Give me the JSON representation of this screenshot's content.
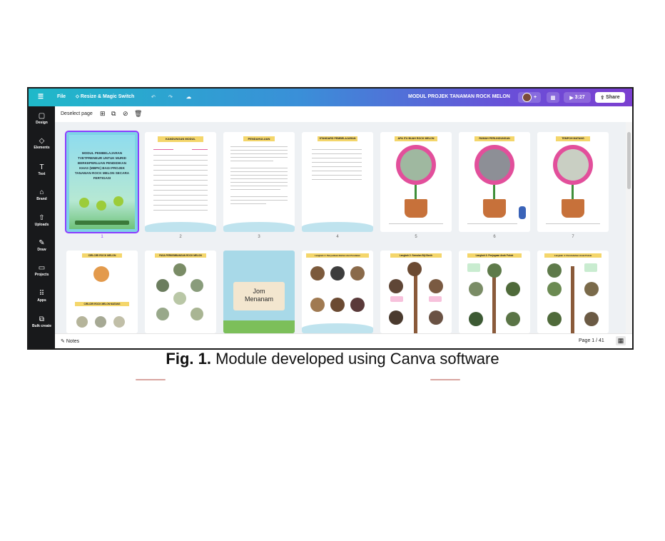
{
  "app": {
    "menu": {
      "file": "File",
      "resize": "Resize & Magic Switch"
    },
    "doc_title": "MODUL PROJEK TANAMAN ROCK MELON",
    "play_time": "3:27",
    "share_label": "Share",
    "add_label": "+"
  },
  "rail": [
    {
      "label": "Design",
      "icon": "design-icon",
      "glyph": "▢"
    },
    {
      "label": "Elements",
      "icon": "elements-icon",
      "glyph": "◇"
    },
    {
      "label": "Text",
      "icon": "text-icon",
      "glyph": "T"
    },
    {
      "label": "Brand",
      "icon": "brand-icon",
      "glyph": "⌂"
    },
    {
      "label": "Uploads",
      "icon": "uploads-icon",
      "glyph": "⇧"
    },
    {
      "label": "Draw",
      "icon": "draw-icon",
      "glyph": "✎"
    },
    {
      "label": "Projects",
      "icon": "projects-icon",
      "glyph": "▭"
    },
    {
      "label": "Apps",
      "icon": "apps-icon",
      "glyph": "⠿"
    },
    {
      "label": "Bulk create",
      "icon": "bulk-create-icon",
      "glyph": "⧉"
    }
  ],
  "toolbar": {
    "deselect": "Deselect page"
  },
  "pages_row1": [
    {
      "num": "1",
      "title": "MODUL PEMBELAJARAN TVETPRENEUR UNTUK MURID BERKEPERLUAN PENDIDIKAN KHAS (MBPK) BAGI PROJEK TANAMAN ROCK MELON SECARA FERTIGASI"
    },
    {
      "num": "2",
      "title": "KANDUNGAN MODUL"
    },
    {
      "num": "3",
      "title": "PENDAHULUAN"
    },
    {
      "num": "4",
      "title": "STANDARD PEMBELAJARAN"
    },
    {
      "num": "5",
      "title": "APA ITU BUAH ROCK MELON"
    },
    {
      "num": "6",
      "title": "RUMAH PERLINDUNGAN"
    },
    {
      "num": "7",
      "title": "TEMPOH MATANG"
    }
  ],
  "pages_row2": [
    {
      "title": "CIRI-CIRI ROCK MELON",
      "subtitle": "CIRI-CIRI ROCK MELON MATANG"
    },
    {
      "title": "FASA PERKEMBANGAN ROCK MELON"
    },
    {
      "title": "Jom Menanam"
    },
    {
      "title": "Langkah 1: Penyediaan Bahan dan Peralatan"
    },
    {
      "title": "Langkah 2: Semaian Biji Benih"
    },
    {
      "title": "Langkah 3: Penjagaan Anak Pokok"
    },
    {
      "title": "Langkah 4: Pemindahan Anak Pokok"
    }
  ],
  "bottom": {
    "notes": "Notes",
    "page_indicator": "Page 1 / 41"
  },
  "caption": {
    "fig": "Fig. 1.",
    "text": "Module developed using Canva software"
  },
  "colors": {
    "accent": "#8b3dff",
    "rail": "#18191b",
    "title_tag": "#f4d66b",
    "wave": "#bfe3ee"
  }
}
